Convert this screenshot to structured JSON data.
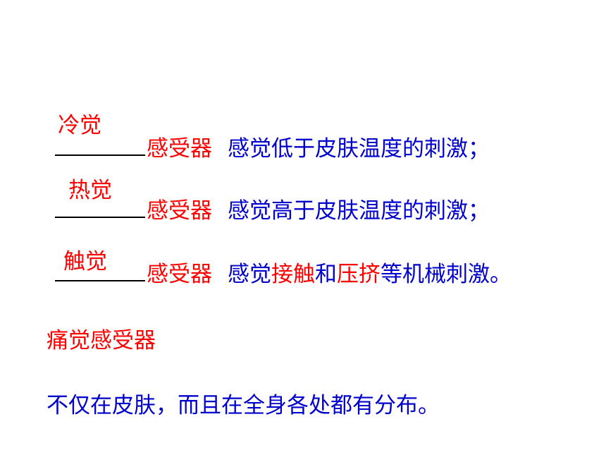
{
  "rows": [
    {
      "answer": "冷觉",
      "receptor": "感受器",
      "segments": [
        {
          "text": "感觉低于皮肤温度的刺激；",
          "color": "blue"
        }
      ]
    },
    {
      "answer": "热觉",
      "receptor": "感受器",
      "segments": [
        {
          "text": "感觉高于皮肤温度的刺激；",
          "color": "blue"
        }
      ]
    },
    {
      "answer": "触觉",
      "receptor": "感受器",
      "segments": [
        {
          "text": "感觉",
          "color": "blue"
        },
        {
          "text": "接触",
          "color": "red"
        },
        {
          "text": "和",
          "color": "blue"
        },
        {
          "text": "压挤",
          "color": "red"
        },
        {
          "text": "等机械刺激。",
          "color": "blue"
        }
      ]
    }
  ],
  "pain": {
    "heading": "痛觉感受器",
    "description": "不仅在皮肤，而且在全身各处都有分布。"
  },
  "colors": {
    "red": "#ff0000",
    "blue": "#0000cc"
  }
}
